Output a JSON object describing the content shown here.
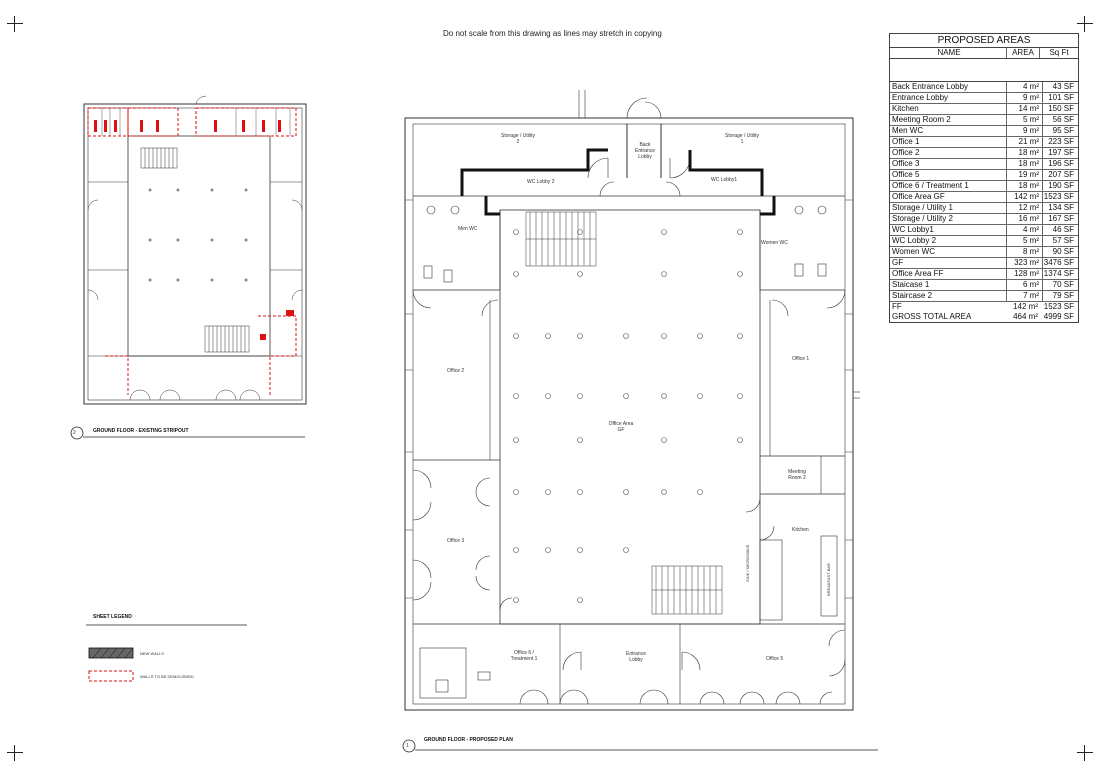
{
  "header": {
    "note": "Do not scale from this drawing as lines may stretch in copying"
  },
  "areas_table": {
    "title": "PROPOSED AREAS",
    "columns": [
      "NAME",
      "AREA",
      "Sq Ft"
    ],
    "rows": [
      {
        "name": "Back Entrance Lobby",
        "area": "4 m²",
        "sqft": "43 SF"
      },
      {
        "name": "Entrance Lobby",
        "area": "9 m²",
        "sqft": "101 SF"
      },
      {
        "name": "Kitchen",
        "area": "14 m²",
        "sqft": "150 SF"
      },
      {
        "name": "Meeting Room 2",
        "area": "5 m²",
        "sqft": "56 SF"
      },
      {
        "name": "Men WC",
        "area": "9 m²",
        "sqft": "95 SF"
      },
      {
        "name": "Office 1",
        "area": "21 m²",
        "sqft": "223 SF"
      },
      {
        "name": "Office 2",
        "area": "18 m²",
        "sqft": "197 SF"
      },
      {
        "name": "Office 3",
        "area": "18 m²",
        "sqft": "196 SF"
      },
      {
        "name": "Office 5",
        "area": "19 m²",
        "sqft": "207 SF"
      },
      {
        "name": "Office 6 / Treatment 1",
        "area": "18 m²",
        "sqft": "190 SF"
      },
      {
        "name": "Office Area GF",
        "area": "142 m²",
        "sqft": "1523 SF"
      },
      {
        "name": "Storage / Utility 1",
        "area": "12 m²",
        "sqft": "134 SF"
      },
      {
        "name": "Storage / Utility 2",
        "area": "16 m²",
        "sqft": "167 SF"
      },
      {
        "name": "WC Lobby1",
        "area": "4 m²",
        "sqft": "46 SF"
      },
      {
        "name": "WC Lobby 2",
        "area": "5 m²",
        "sqft": "57 SF"
      },
      {
        "name": "Women WC",
        "area": "8 m²",
        "sqft": "90 SF"
      }
    ],
    "gf_total": {
      "name": "GF",
      "area": "323 m²",
      "sqft": "3476 SF"
    },
    "ff_rows": [
      {
        "name": "Office Area FF",
        "area": "128 m²",
        "sqft": "1374 SF"
      },
      {
        "name": "Staicase 1",
        "area": "6 m²",
        "sqft": "70 SF"
      },
      {
        "name": "Staircase 2",
        "area": "7 m²",
        "sqft": "79 SF"
      }
    ],
    "ff_total": {
      "name": "FF",
      "area": "142 m²",
      "sqft": "1523 SF"
    },
    "gross_total": {
      "name": "GROSS TOTAL AREA",
      "area": "464 m²",
      "sqft": "4999 SF"
    }
  },
  "existing_plan": {
    "caption": "GROUND FLOOR - EXISTING STRIPOUT",
    "view_number": "2"
  },
  "proposed_plan": {
    "caption": "GROUND FLOOR - PROPOSED PLAN",
    "view_number": "1",
    "rooms": {
      "storage2": "Storage / Utility 2",
      "storage1": "Storage / Utility 1",
      "back_lobby": "Back Entrance Lobby",
      "wc_lobby2": "WC Lobby 2",
      "wc_lobby1": "WC Lobby1",
      "men_wc": "Men WC",
      "women_wc": "Women WC",
      "office2": "Office 2",
      "office1": "Office 1",
      "office_area": "Office Area GF",
      "meeting2": "Meeting Room 2",
      "kitchen": "Kitchen",
      "office3": "Office 3",
      "office6": "Office 6 / Treatment 1",
      "entrance": "Entrance Lobby",
      "office5": "Office 5",
      "microwave": "SINK / MICROWAVE",
      "breakfast": "BREAKFAST BAR"
    }
  },
  "legend": {
    "title": "SHEET LEGEND",
    "items": [
      "NEW WALLS",
      "WALLS TO BE DEMOLISHED"
    ]
  }
}
